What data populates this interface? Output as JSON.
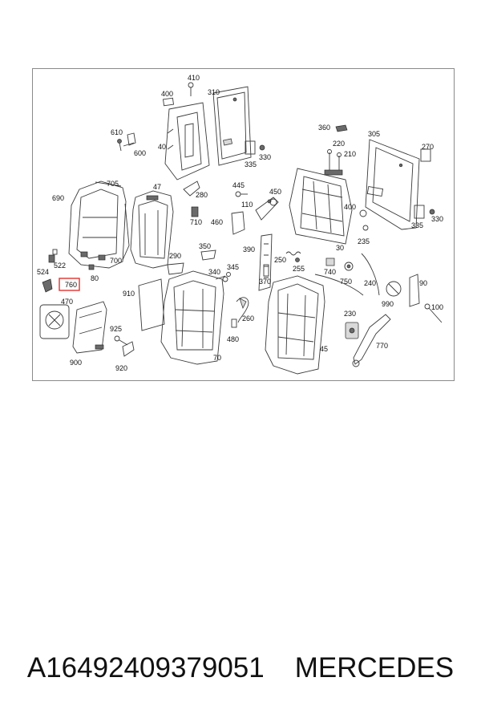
{
  "diagram": {
    "highlight_color": "#e0322f",
    "highlighted_part": "760",
    "part_labels": [
      "410",
      "400",
      "310",
      "40",
      "610",
      "600",
      "705",
      "690",
      "47",
      "280",
      "445",
      "450",
      "110",
      "710",
      "460",
      "360",
      "305",
      "270",
      "220",
      "210",
      "330",
      "335",
      "400",
      "330",
      "335",
      "235",
      "524",
      "522",
      "80",
      "700",
      "290",
      "350",
      "340",
      "345",
      "390",
      "250",
      "255",
      "30",
      "740",
      "750",
      "240",
      "90",
      "760",
      "470",
      "910",
      "260",
      "480",
      "370",
      "230",
      "990",
      "100",
      "925",
      "900",
      "920",
      "70",
      "45",
      "770"
    ]
  },
  "caption": {
    "part_number": "A16492409379051",
    "brand": "MERCEDES"
  }
}
